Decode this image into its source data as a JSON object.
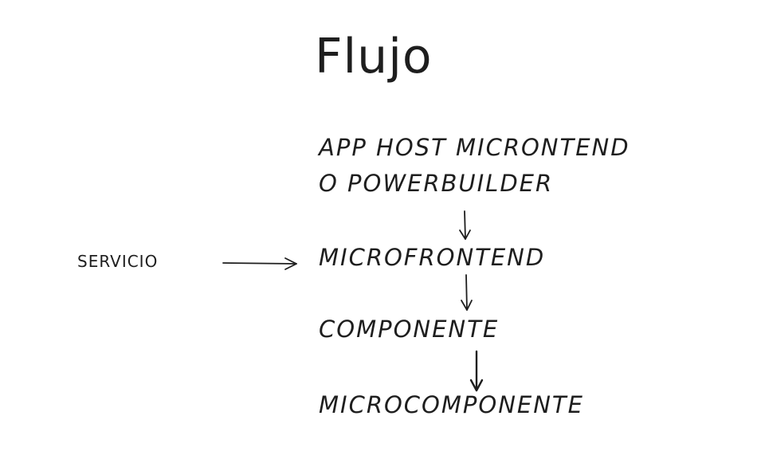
{
  "diagram": {
    "title": "Flujo",
    "nodes": [
      {
        "id": "host",
        "lines": [
          "APP HOST MICRONTEND",
          "O  POWERBUILDER"
        ]
      },
      {
        "id": "mfe",
        "label": "MICROFRONTEND"
      },
      {
        "id": "comp",
        "label": "COMPONENTE"
      },
      {
        "id": "micro",
        "label": "MICROCOMPONENTE"
      }
    ],
    "side_node": {
      "id": "servicio",
      "label": "SERVICIO"
    },
    "edges": [
      {
        "from": "host",
        "to": "mfe"
      },
      {
        "from": "servicio",
        "to": "mfe"
      },
      {
        "from": "mfe",
        "to": "comp"
      },
      {
        "from": "comp",
        "to": "micro"
      }
    ],
    "stroke_color": "#1e1e1e"
  }
}
